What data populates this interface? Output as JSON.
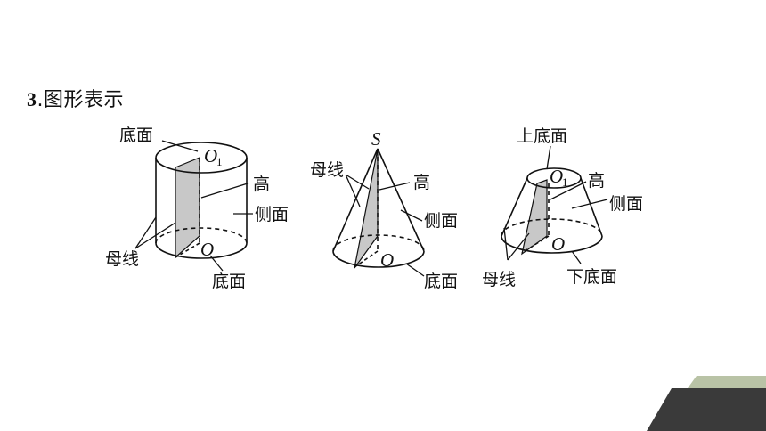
{
  "heading": {
    "number": "3",
    "text": ".图形表示"
  },
  "cylinder": {
    "top_base": "底面",
    "top_center": "O",
    "top_center_sub": "1",
    "height": "高",
    "side": "侧面",
    "bottom_center": "O",
    "generatrix": "母线",
    "bottom_base": "底面"
  },
  "cone": {
    "apex": "S",
    "generatrix": "母线",
    "height": "高",
    "side": "侧面",
    "bottom_center": "O",
    "base": "底面"
  },
  "frustum": {
    "top_base": "上底面",
    "top_center": "O",
    "top_center_sub": "1",
    "height": "高",
    "side": "侧面",
    "bottom_center": "O",
    "generatrix": "母线",
    "bottom_base": "下底面"
  },
  "colors": {
    "shaded_section": "#c8c8c8",
    "line": "#111111",
    "corner_dark": "#3a3a3a",
    "corner_light": "#b9c3a6"
  }
}
